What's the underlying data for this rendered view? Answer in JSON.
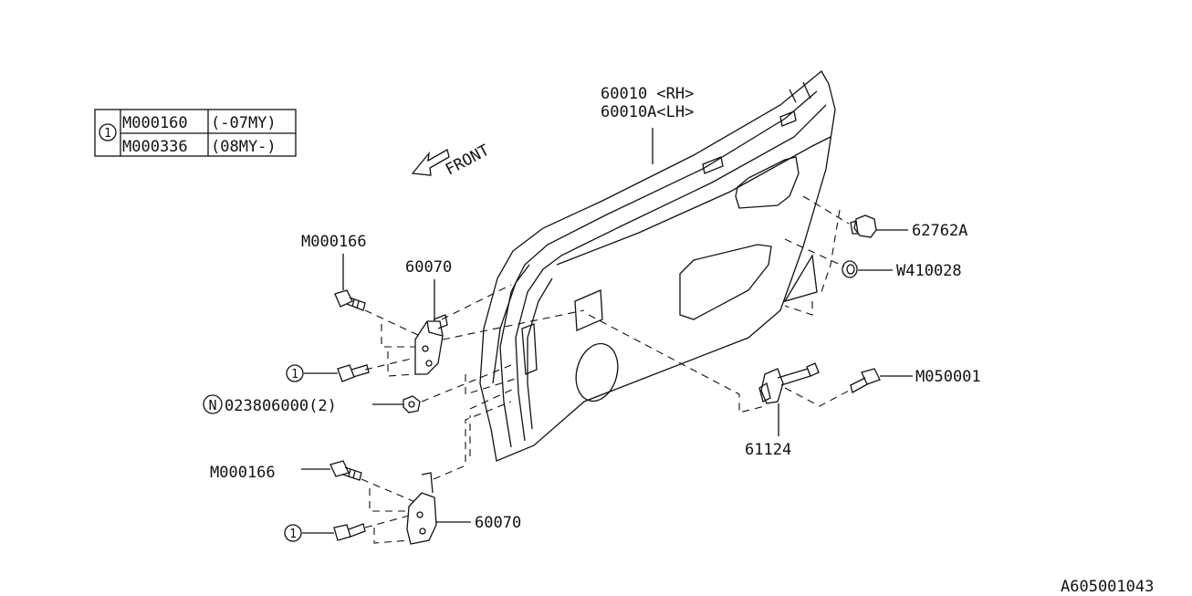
{
  "legend": {
    "ref_number": "1",
    "rows": [
      {
        "part": "M000160",
        "applicability": "(-07MY)"
      },
      {
        "part": "M000336",
        "applicability": "(08MY-)"
      }
    ]
  },
  "front_label": "FRONT",
  "labels": {
    "door_rh": "60010 <RH>",
    "door_lh": "60010A<LH>",
    "plug": "62762A",
    "washer": "W410028",
    "bolt_upper_hinge": "M000166",
    "upper_hinge": "60070",
    "ref_bolt_upper": "1",
    "nut_symbol": "N",
    "nut": "023806000(2)",
    "bolt_lower_hinge": "M000166",
    "ref_bolt_lower": "1",
    "lower_hinge": "60070",
    "checker_bolt": "M050001",
    "checker": "61124"
  },
  "diagram_id": "A605001043"
}
